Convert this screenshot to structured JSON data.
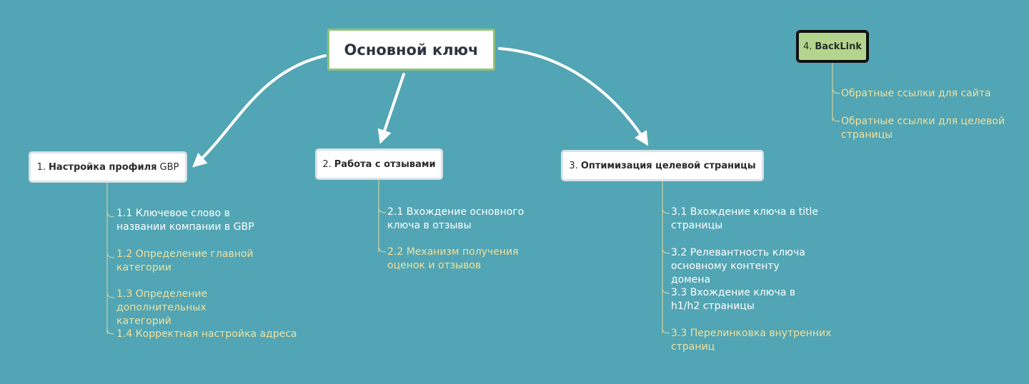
{
  "root": {
    "label": "Основной ключ"
  },
  "branches": [
    {
      "num": "1.",
      "label": "Настройка профиля",
      "suffix": "GBP",
      "items": [
        "1.1 Ключевое слово в названии компании в GBP",
        "1.2 Определение главной категории",
        "1.3 Определение дополнительных категорий",
        "1.4 Корректная настройка адреса"
      ]
    },
    {
      "num": "2.",
      "label": "Работа с отзывами",
      "items": [
        "2.1 Вхождение основного ключа в отзывы",
        "2.2 Механизм получения оценок и отзывов"
      ]
    },
    {
      "num": "3.",
      "label": "Оптимизация целевой страницы",
      "items": [
        "3.1 Вхождение ключа в title страницы",
        "3.2 Релевантность ключа основному контенту домена",
        "3.3 Вхождение ключа в h1/h2 страницы",
        "3.3 Перелинковка внутренних страниц"
      ]
    },
    {
      "num": "4.",
      "label": "BackLink",
      "items": [
        "Обратные ссылки для сайта",
        "Обратные ссылки для целевой страницы"
      ]
    }
  ],
  "colors": {
    "background": "#52a5b4",
    "root_border": "#8fc27a",
    "backlink_fill": "#b4d58e",
    "text_white": "#ffffff",
    "text_yellow": "#f2e09b"
  }
}
